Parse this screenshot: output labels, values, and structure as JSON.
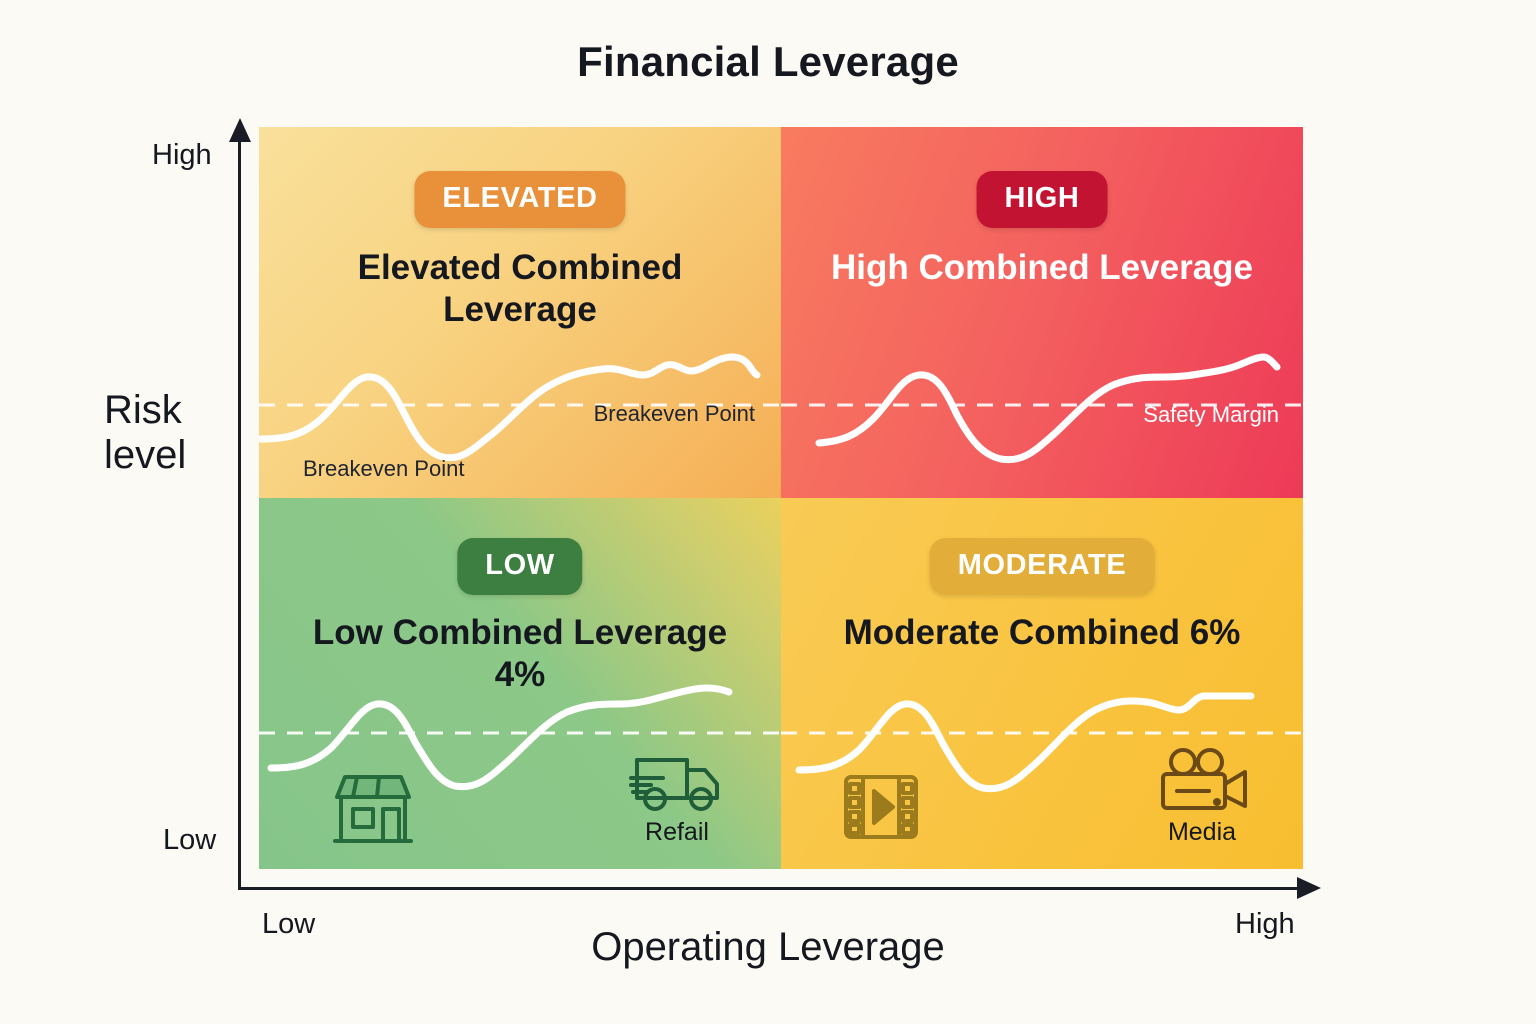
{
  "chart_data": {
    "type": "matrix",
    "title": "Financial Leverage",
    "xlabel": "Operating Leverage",
    "ylabel": "Risk level",
    "x_ticks": [
      "Low",
      "High"
    ],
    "y_ticks": [
      "Low",
      "High"
    ],
    "grid": false,
    "legend": "none",
    "quadrants": [
      {
        "position": "top-left",
        "badge": "ELEVATED",
        "badge_color": "#E8913A",
        "heading": "Elevated Combined Leverage",
        "value": "",
        "annotations": [
          "Breakeven Point",
          "Breakeven Point"
        ],
        "fill_start": "#F9E09B",
        "fill_end": "#F5AE54",
        "x_band": "Low operating leverage",
        "y_band": "High risk level"
      },
      {
        "position": "top-right",
        "badge": "HIGH",
        "badge_color": "#C21432",
        "heading": "High Combined Leverage",
        "value": "",
        "annotations": [
          "Safety Margin"
        ],
        "fill_start": "#F87B5F",
        "fill_end": "#ED3A57",
        "x_band": "High operating leverage",
        "y_band": "High risk level"
      },
      {
        "position": "bottom-left",
        "badge": "LOW",
        "badge_color": "#3D7F41",
        "heading": "Low Combined Leverage",
        "value": "4%",
        "annotations": [],
        "fill_start": "#86C58A",
        "fill_end": "#E9D15C",
        "x_band": "Low operating leverage",
        "y_band": "Low risk level",
        "icons": [
          {
            "name": "storefront-icon",
            "caption": ""
          },
          {
            "name": "delivery-truck-icon",
            "caption": "Refail"
          }
        ]
      },
      {
        "position": "bottom-right",
        "badge": "MODERATE",
        "badge_color": "#E2AE39",
        "heading": "Moderate Combined",
        "value": "6%",
        "annotations": [],
        "fill_start": "#F9CB55",
        "fill_end": "#F8BE30",
        "x_band": "High operating leverage",
        "y_band": "Low risk level",
        "icons": [
          {
            "name": "film-strip-icon",
            "caption": ""
          },
          {
            "name": "movie-camera-icon",
            "caption": "Media"
          }
        ]
      }
    ]
  },
  "title": "Financial Leverage",
  "axes": {
    "y_title_line1": "Risk",
    "y_title_line2": "level",
    "y_high": "High",
    "y_low": "Low",
    "x_title": "Operating Leverage",
    "x_low": "Low",
    "x_high": "High"
  },
  "quadrants": {
    "elevated": {
      "badge": "ELEVATED",
      "heading": "Elevated Combined Leverage",
      "anno_right": "Breakeven Point",
      "anno_left": "Breakeven Point"
    },
    "high": {
      "badge": "HIGH",
      "heading": "High Combined Leverage",
      "anno_right": "Safety Margin"
    },
    "low": {
      "badge": "LOW",
      "heading": "Low Combined Leverage 4%",
      "icon_caption_truck": "Refail"
    },
    "moderate": {
      "badge": "MODERATE",
      "heading": "Moderate Combined 6%",
      "icon_caption_camera": "Media"
    }
  }
}
